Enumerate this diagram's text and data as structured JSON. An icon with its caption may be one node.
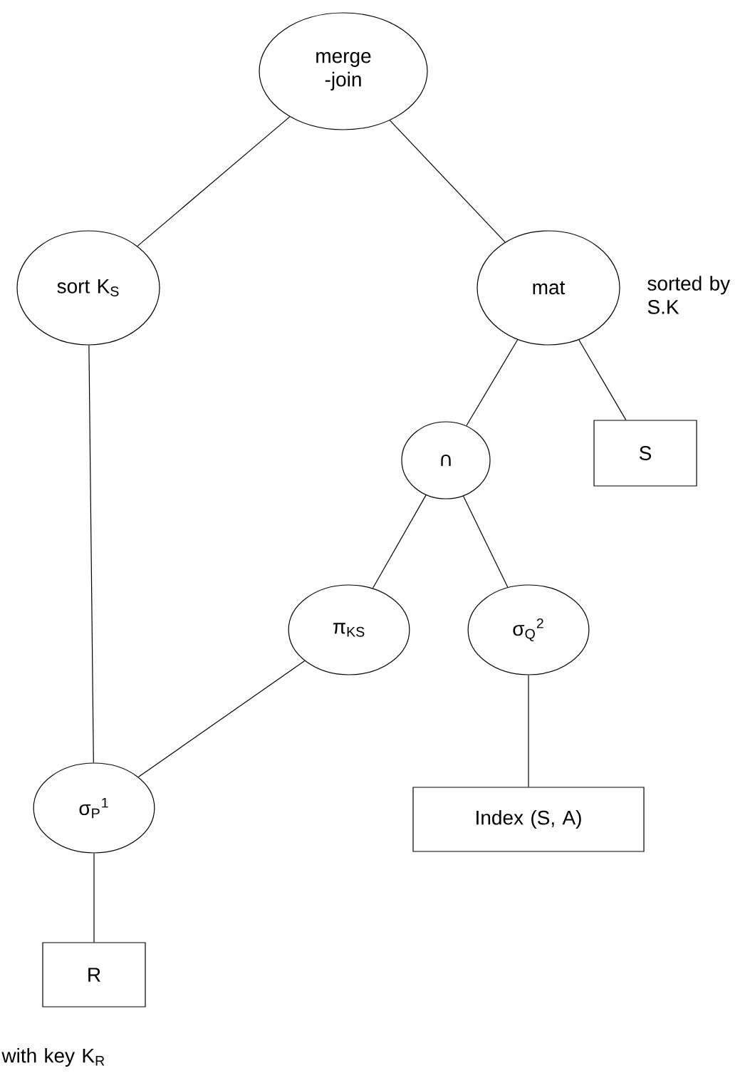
{
  "diagram": {
    "nodes": [
      {
        "text": [
          "merge -join"
        ]
      },
      {
        "text": [
          "sort K$_{S}$"
        ]
      },
      {
        "text": [
          "mat"
        ],
        "beside": [
          "sorted by S.K"
        ]
      },
      {
        "text": [
          "∩"
        ]
      },
      {
        "text": [
          "S"
        ]
      },
      {
        "text": [
          "π$_{KS}$"
        ]
      },
      {
        "text": [
          "σ$_{Q}$$^{2}$"
        ]
      },
      {
        "text": [
          "σ$_{P}$$^{1}$"
        ]
      },
      {
        "text": [
          "Index (S, A)"
        ]
      },
      {
        "text": [
          "R"
        ],
        "beside": [
          "with key K$_{R}$"
        ]
      }
    ],
    "edges": [
      {
        "from": 0,
        "to": 1,
        "arrow": "none"
      },
      {
        "from": 0,
        "to": 2,
        "arrow": "none"
      },
      {
        "from": 2,
        "to": 3,
        "arrow": "none"
      },
      {
        "from": 2,
        "to": 4,
        "arrow": "none"
      },
      {
        "from": 3,
        "to": 5,
        "arrow": "none"
      },
      {
        "from": 3,
        "to": 6,
        "arrow": "none"
      },
      {
        "from": 1,
        "to": 7,
        "arrow": "none"
      },
      {
        "from": 5,
        "to": 7,
        "arrow": "none"
      },
      {
        "from": 6,
        "to": 8,
        "arrow": "none"
      },
      {
        "from": 7,
        "to": 9,
        "arrow": "none"
      }
    ]
  }
}
